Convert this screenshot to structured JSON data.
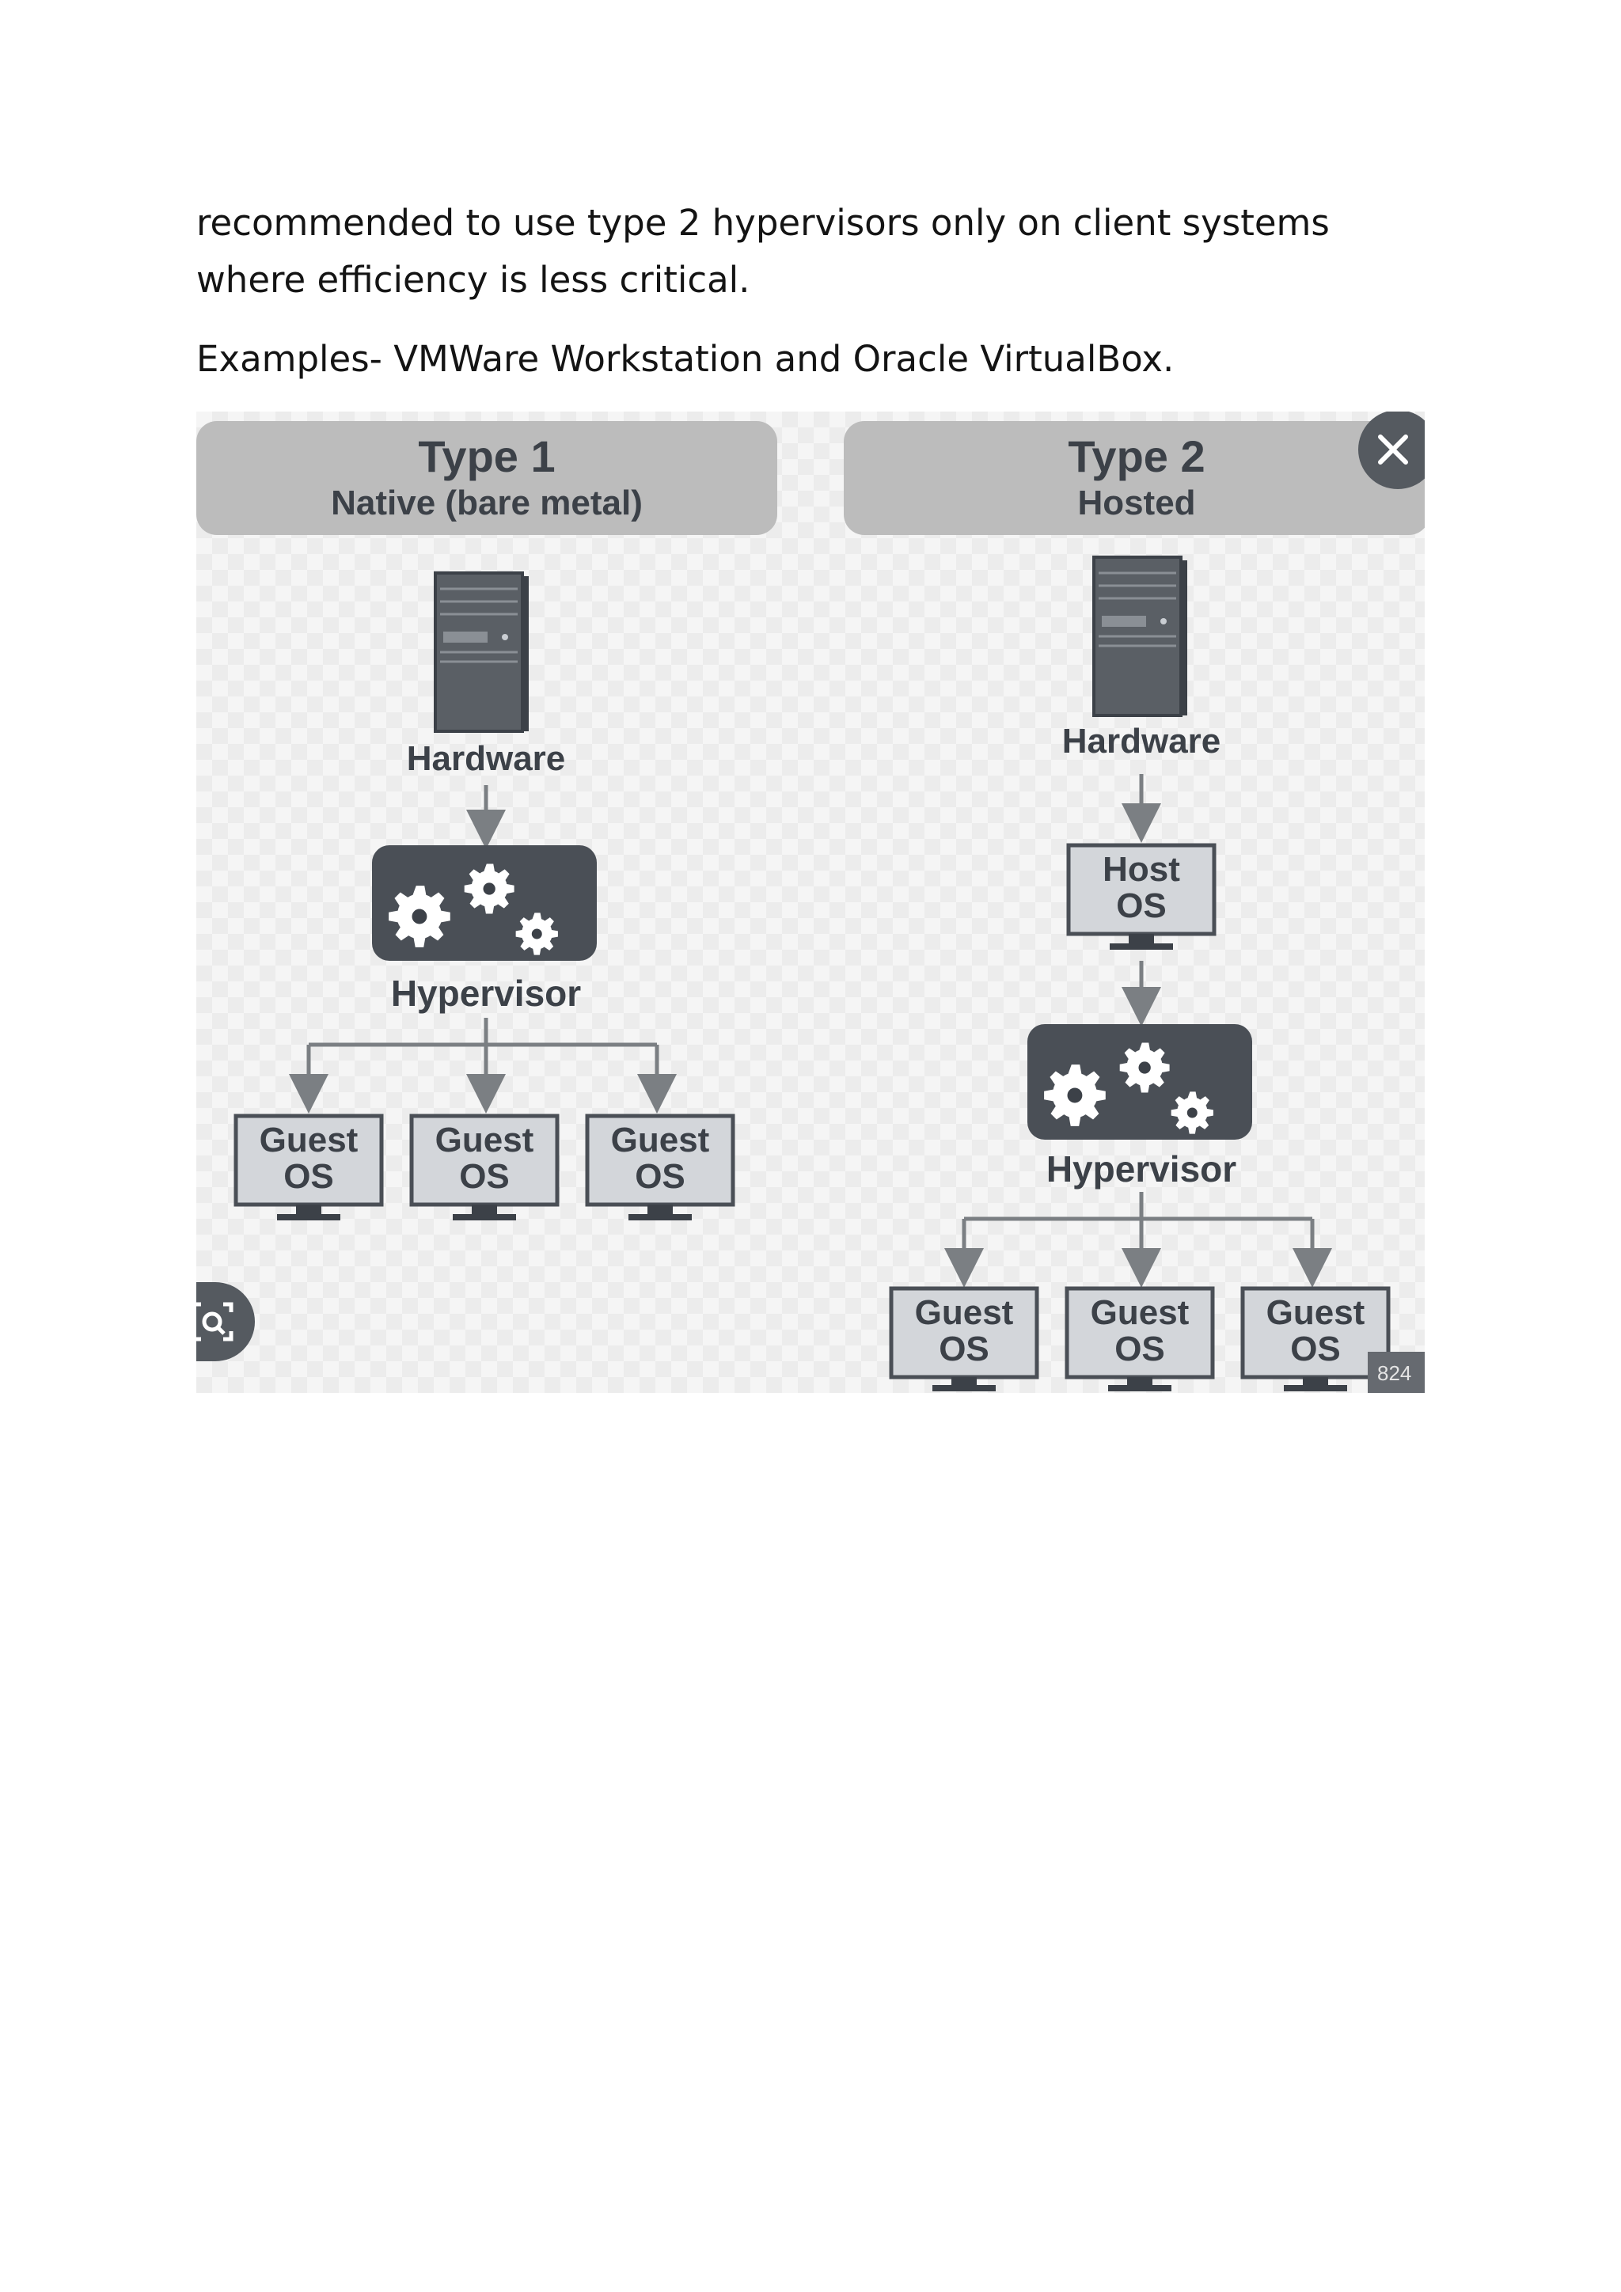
{
  "document": {
    "paragraph_lines": [
      "recommended to use type 2 hypervisors only on client systems",
      "where efficiency is less critical."
    ],
    "examples_line": "Examples- VMWare Workstation and Oracle VirtualBox."
  },
  "figure": {
    "type1": {
      "title": "Type 1",
      "subtitle": "Native (bare metal)",
      "hardware_label": "Hardware",
      "hypervisor_label": "Hypervisor",
      "guests": [
        {
          "line1": "Guest",
          "line2": "OS"
        },
        {
          "line1": "Guest",
          "line2": "OS"
        },
        {
          "line1": "Guest",
          "line2": "OS"
        }
      ]
    },
    "type2": {
      "title": "Type 2",
      "subtitle": "Hosted",
      "hardware_label": "Hardware",
      "host_os": {
        "line1": "Host",
        "line2": "OS"
      },
      "hypervisor_label": "Hypervisor",
      "guests": [
        {
          "line1": "Guest",
          "line2": "OS"
        },
        {
          "line1": "Guest",
          "line2": "OS"
        },
        {
          "line1": "Guest",
          "line2": "OS"
        }
      ]
    },
    "overlay": {
      "close_icon": "close-icon",
      "visual_search_icon": "visual-search-icon",
      "size_badge": "824 ×"
    },
    "colors": {
      "ink": "#3c4148",
      "connector": "#7b7f83",
      "header_bg": "#bcbcbc",
      "monitor_screen": "#d3d6da"
    }
  }
}
